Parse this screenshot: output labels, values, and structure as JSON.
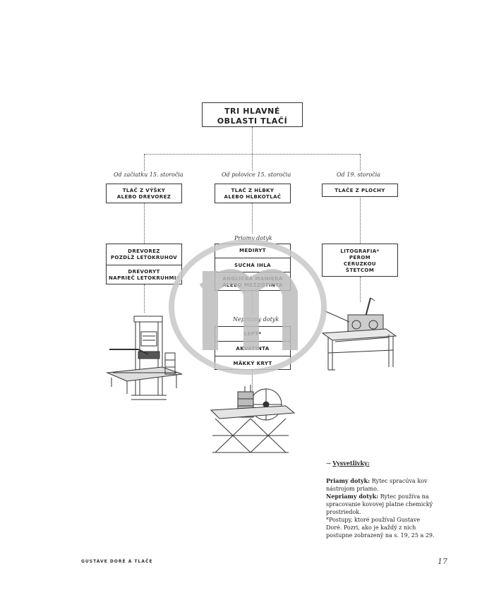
{
  "title": {
    "line1": "TRI HLAVNÉ",
    "line2": "OBLASTI TLAČÍ"
  },
  "columns": [
    {
      "period": "Od začiatku 15. storočia",
      "heading1": "TLAČ Z VÝŠKY",
      "heading2": "ALEBO DREVOREZ"
    },
    {
      "period": "Od polovice 15. storočia",
      "heading1": "TLAČ Z HĹBKY",
      "heading2": "ALEBO HĹBKOTLAČ"
    },
    {
      "period": "Od 19. storočia",
      "heading1": "TLAČE Z PLOCHY",
      "heading2": ""
    }
  ],
  "relief_techniques": [
    {
      "line1": "DREVOREZ",
      "line2": "POZDĹŽ LETOKRUHOV"
    },
    {
      "line1": "DREVORYT",
      "line2": "NAPRIEČ LETOKRUHMI*"
    }
  ],
  "direct_label": "Priamy dotyk",
  "direct_techniques": [
    {
      "line1": "MEDIRYT",
      "line2": ""
    },
    {
      "line1": "SUCHÁ IHLA",
      "line2": ""
    },
    {
      "line1": "ANGLICKÁ MANIERA",
      "line2": "ALEBO MEZZOTINTA"
    }
  ],
  "indirect_label": "Nepriamy dotyk",
  "indirect_techniques": [
    {
      "line1": "LEPT*",
      "line2": ""
    },
    {
      "line1": "AKVATINTA",
      "line2": ""
    },
    {
      "line1": "MÄKKÝ KRYT",
      "line2": ""
    }
  ],
  "planographic": {
    "line1": "LITOGRAFIA*",
    "line2": "PEROM",
    "line3": "CERUZKOU",
    "line4": "ŠTETCOM"
  },
  "legend": {
    "arrow": "→",
    "title": "Vysvetlivky:",
    "direct_term": "Priamy dotyk:",
    "direct_text": "Rytec spracúva kov nástrojom priamo.",
    "indirect_term": "Nepriamy dotyk:",
    "indirect_text": "Rytec používa na spracovanie kovovej platne chemický prostriedok.",
    "note": "*Postupy, ktoré používal Gustave Doré. Pozri, ako je každý z nich postupne zobrazený na s. 19, 25 a 29."
  },
  "footer": {
    "left": "GUSTAVE DORÉ A TLAČE",
    "page": "17"
  },
  "colors": {
    "ink": "#222222",
    "watermark": "#c8c8c8"
  },
  "icons": [
    "relief-press-icon",
    "intaglio-press-icon",
    "litho-press-icon",
    "watermark-logo-icon"
  ]
}
